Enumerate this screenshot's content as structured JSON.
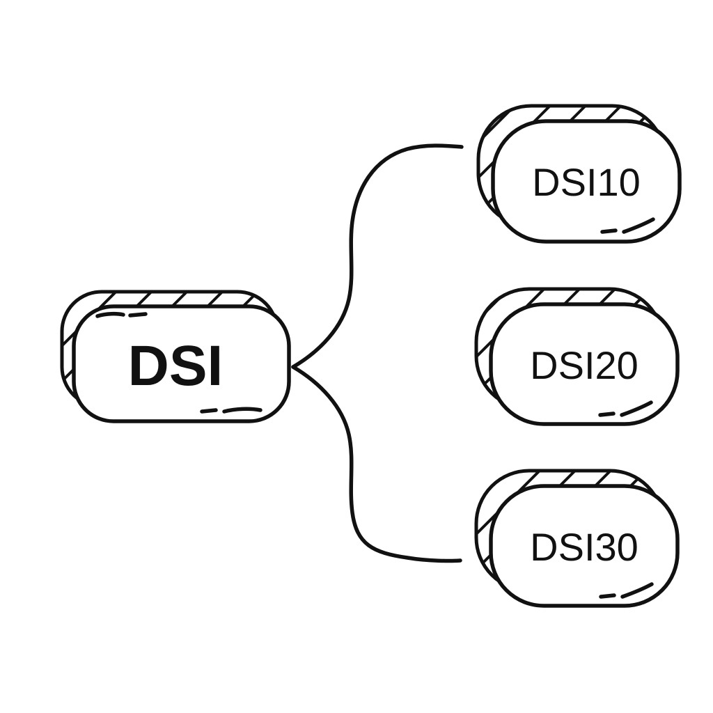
{
  "diagram": {
    "type": "mindmap",
    "root": {
      "label": "DSI"
    },
    "children": [
      {
        "label": "DSI10"
      },
      {
        "label": "DSI20"
      },
      {
        "label": "DSI30"
      }
    ],
    "connections": [
      {
        "from": "DSI",
        "to": "DSI10"
      },
      {
        "from": "DSI",
        "to": "DSI30"
      }
    ],
    "colors": {
      "stroke": "#111111",
      "node_fill": "#ffffff",
      "background": "#ffffff"
    }
  }
}
